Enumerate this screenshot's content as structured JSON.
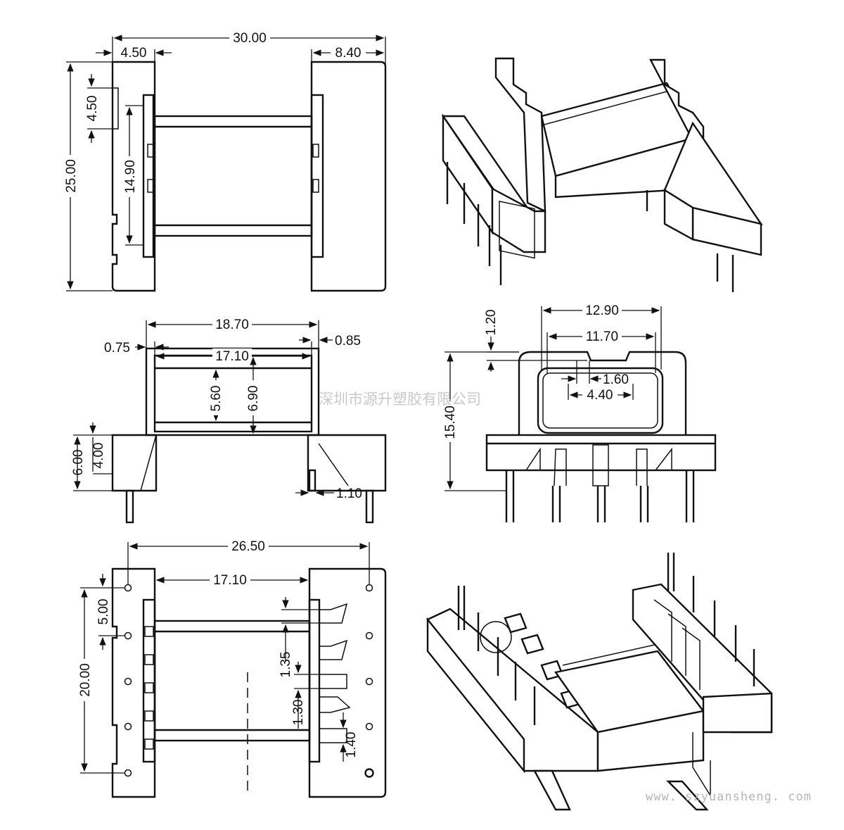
{
  "watermark_cn": "深圳市源升塑胶有限公司",
  "website": "www. szyuansheng. com",
  "top_left": {
    "overall_width": "30.00",
    "flange_left_w": "4.50",
    "flange_right_w": "8.40",
    "height": "25.00",
    "notch": "4.50",
    "core": "14.90"
  },
  "middle_left": {
    "outer": "18.70",
    "inner": "17.10",
    "flange_l": "0.75",
    "flange_r": "0.85",
    "win_h1": "5.60",
    "win_h2": "6.90",
    "base_h": "6.00",
    "base_h2": "4.00",
    "pin": "1.10"
  },
  "middle_right": {
    "outer": "12.90",
    "inner": "11.70",
    "top": "1.20",
    "height": "15.40",
    "slot": "1.60",
    "slot2": "4.40"
  },
  "bottom_left": {
    "pin_span": "26.50",
    "inner": "17.10",
    "pitch": "5.00",
    "span": "20.00",
    "d1": "1.35",
    "d2": "1.30",
    "d3": "1.40"
  },
  "icons": [
    "bobbin-3d-top-icon",
    "bobbin-3d-bottom-icon"
  ]
}
